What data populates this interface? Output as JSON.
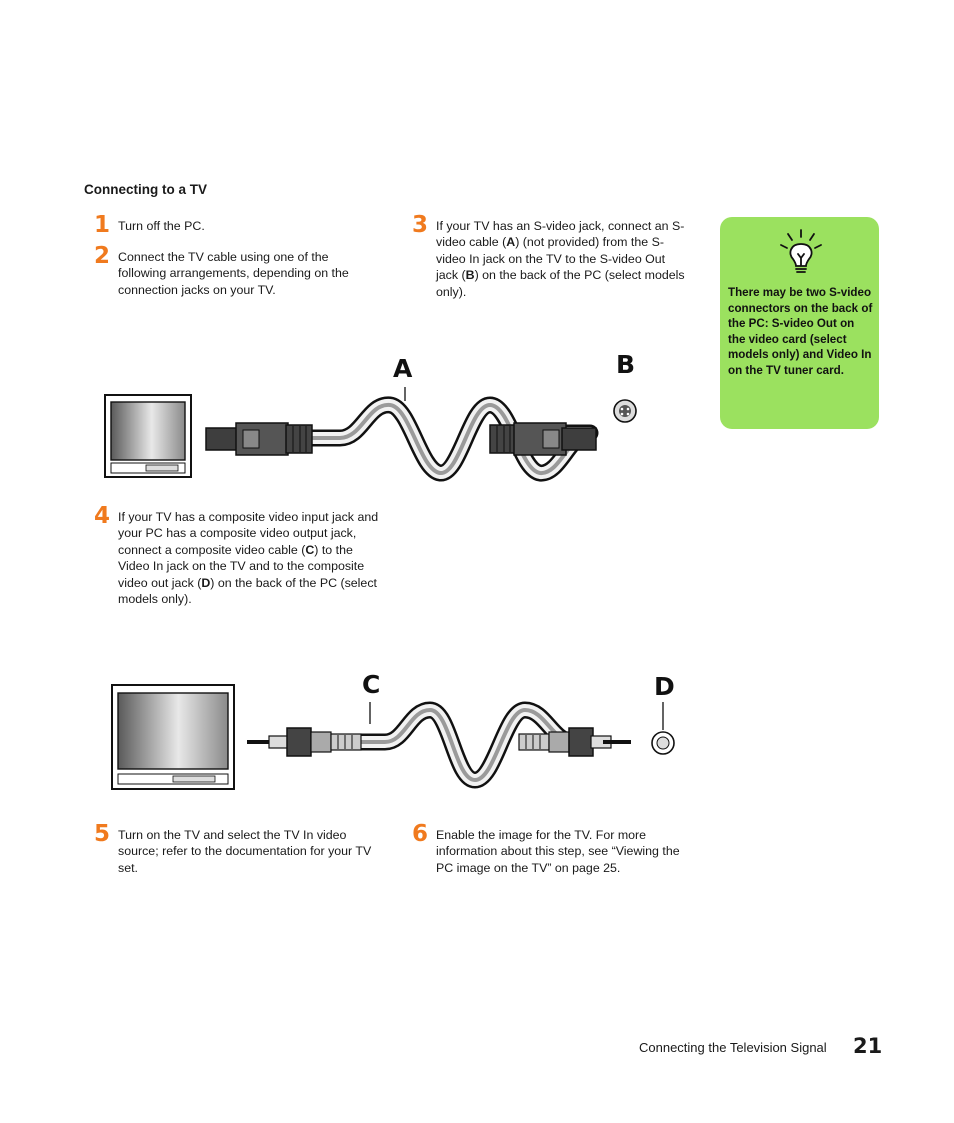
{
  "section_heading": "Connecting to a TV",
  "steps": [
    {
      "number": "1",
      "text": "Turn off the PC."
    },
    {
      "number": "2",
      "text": "Connect the TV cable using one of the following arrangements, depending on the connection jacks on your TV."
    },
    {
      "number": "3",
      "text_parts": [
        "If your TV has an S-video jack, connect an S-video cable (",
        "A",
        ") (not provided) from the S-video In jack on the TV to the S-video Out jack (",
        "B",
        ") on the back of the PC (select models only)."
      ]
    },
    {
      "number": "4",
      "text_parts": [
        "If your TV has a composite video input jack and your PC has a composite video output jack, connect a composite video cable (",
        "C",
        ") to the Video In jack on the TV and to the composite video out jack (",
        "D",
        ") on the back of the PC (select models only)."
      ]
    },
    {
      "number": "5",
      "text": "Turn on the TV and select the TV In video source; refer to the documentation for your TV set."
    },
    {
      "number": "6",
      "text": "Enable the image for the TV. For more information about this step, see “Viewing the PC image on the TV” on page 25."
    }
  ],
  "tip": {
    "icon": "lightbulb-icon",
    "text": "There may be two S-video connectors on the back of the PC: S-video Out on the video card (select models only) and Video In on the TV tuner card.",
    "color": "#9be15f"
  },
  "diagram_labels": {
    "a": "A",
    "b": "B",
    "c": "C",
    "d": "D"
  },
  "footer": {
    "section_title": "Connecting the Television Signal",
    "page_number": "21"
  },
  "colors": {
    "step_number": "#f07a1e",
    "tip_background": "#9be15f"
  }
}
